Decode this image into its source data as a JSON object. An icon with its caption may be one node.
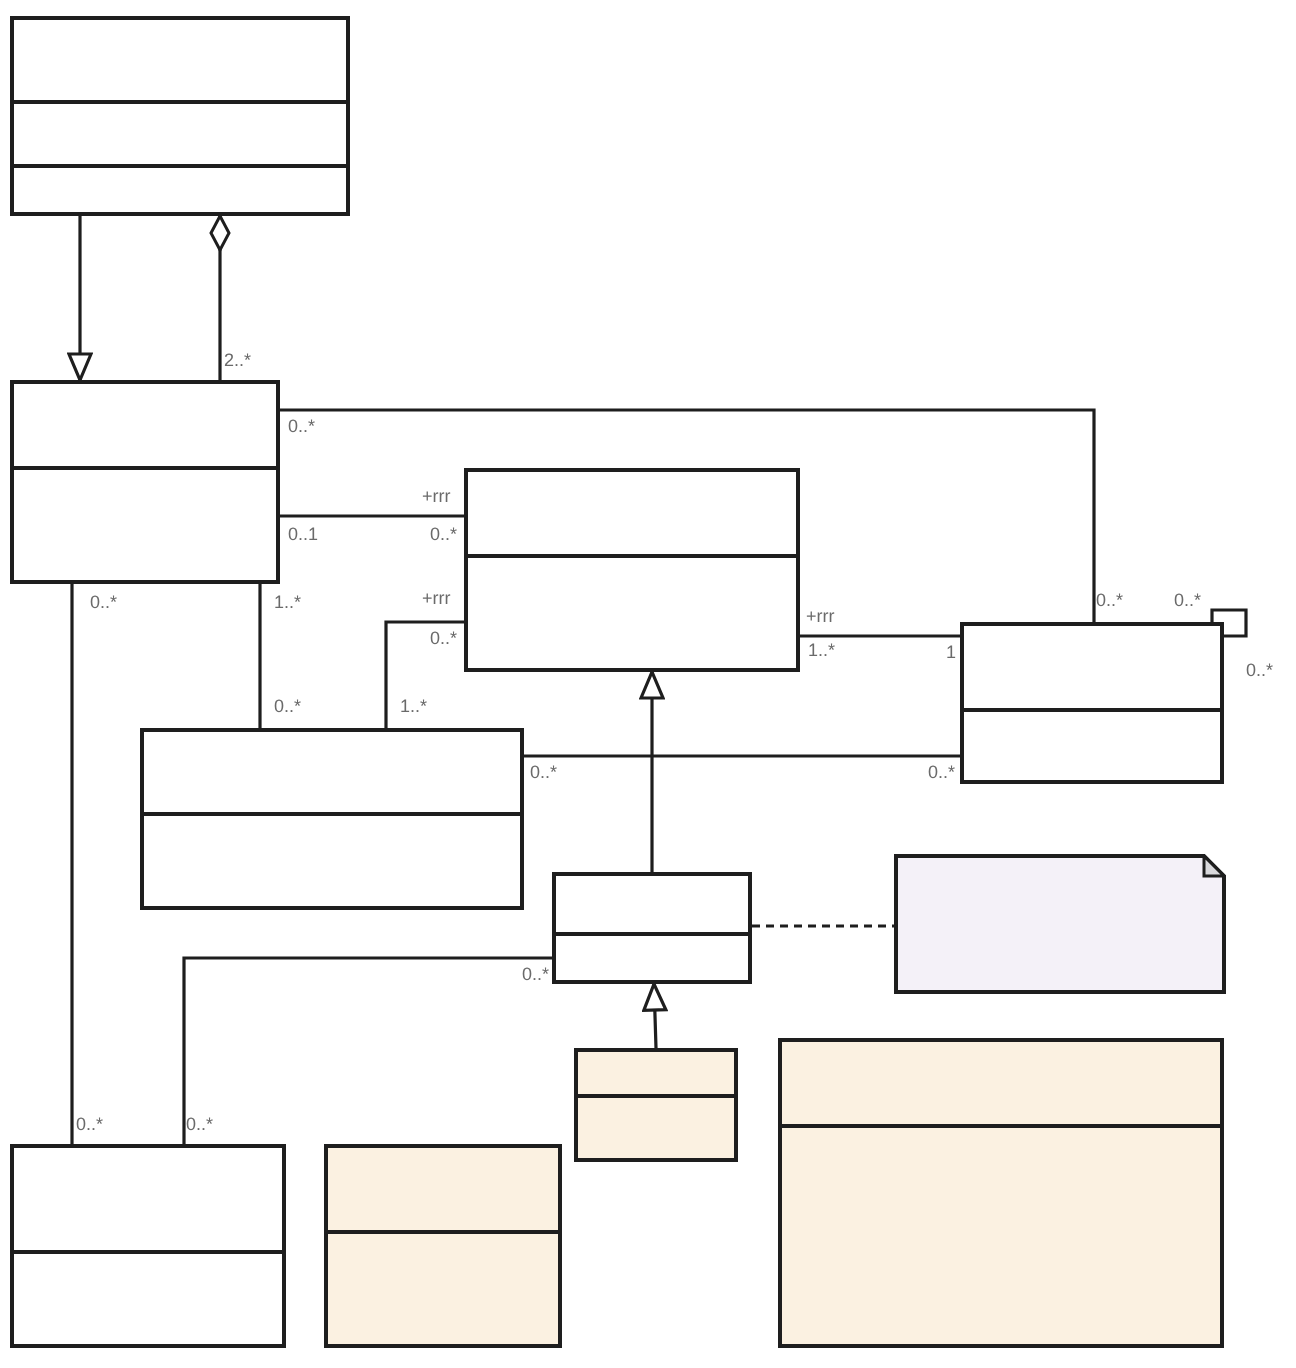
{
  "diagram": {
    "nodes": [
      {
        "text": [],
        "shape": "box"
      },
      {
        "text": [],
        "shape": "box"
      },
      {
        "text": [],
        "shape": "box"
      },
      {
        "text": [],
        "shape": "box"
      },
      {
        "text": [],
        "shape": "box"
      },
      {
        "text": [],
        "shape": "box"
      },
      {
        "text": [],
        "shape": "note"
      },
      {
        "text": [],
        "shape": "box"
      },
      {
        "text": [],
        "shape": "box"
      },
      {
        "text": [],
        "shape": "box"
      },
      {
        "text": [],
        "shape": "box"
      }
    ],
    "edges": [
      {
        "from": 0,
        "to": 1,
        "arrow": "to"
      },
      {
        "from": 0,
        "to": 1,
        "arrow": "other"
      },
      {
        "from": 1,
        "to": 3,
        "arrow": "none"
      },
      {
        "from": 1,
        "to": 2,
        "arrow": "none"
      },
      {
        "from": 1,
        "to": 4,
        "arrow": "none"
      },
      {
        "from": 4,
        "to": 2,
        "arrow": "none"
      },
      {
        "from": 2,
        "to": 3,
        "arrow": "none"
      },
      {
        "from": 4,
        "to": 3,
        "arrow": "none"
      },
      {
        "from": 3,
        "to": 3,
        "arrow": "none"
      },
      {
        "from": 5,
        "to": 2,
        "arrow": "to"
      },
      {
        "from": 5,
        "to": 6,
        "arrow": "none",
        "style": "dashed"
      },
      {
        "from": 5,
        "to": 9,
        "arrow": "none"
      },
      {
        "from": 1,
        "to": 9,
        "arrow": "none"
      },
      {
        "from": 7,
        "to": 5,
        "arrow": "to"
      }
    ],
    "labels": [
      "2..*",
      "0..*",
      "+rrr",
      "0..1",
      "0..*",
      "0..*",
      "1..*",
      "+rrr",
      "0..*",
      "0..*",
      "+rrr",
      "0..*",
      "1..*",
      "1",
      "0..*",
      "0..*",
      "1..*",
      "0..*",
      "0..*",
      "0..*",
      "0..*",
      "0..*"
    ]
  }
}
